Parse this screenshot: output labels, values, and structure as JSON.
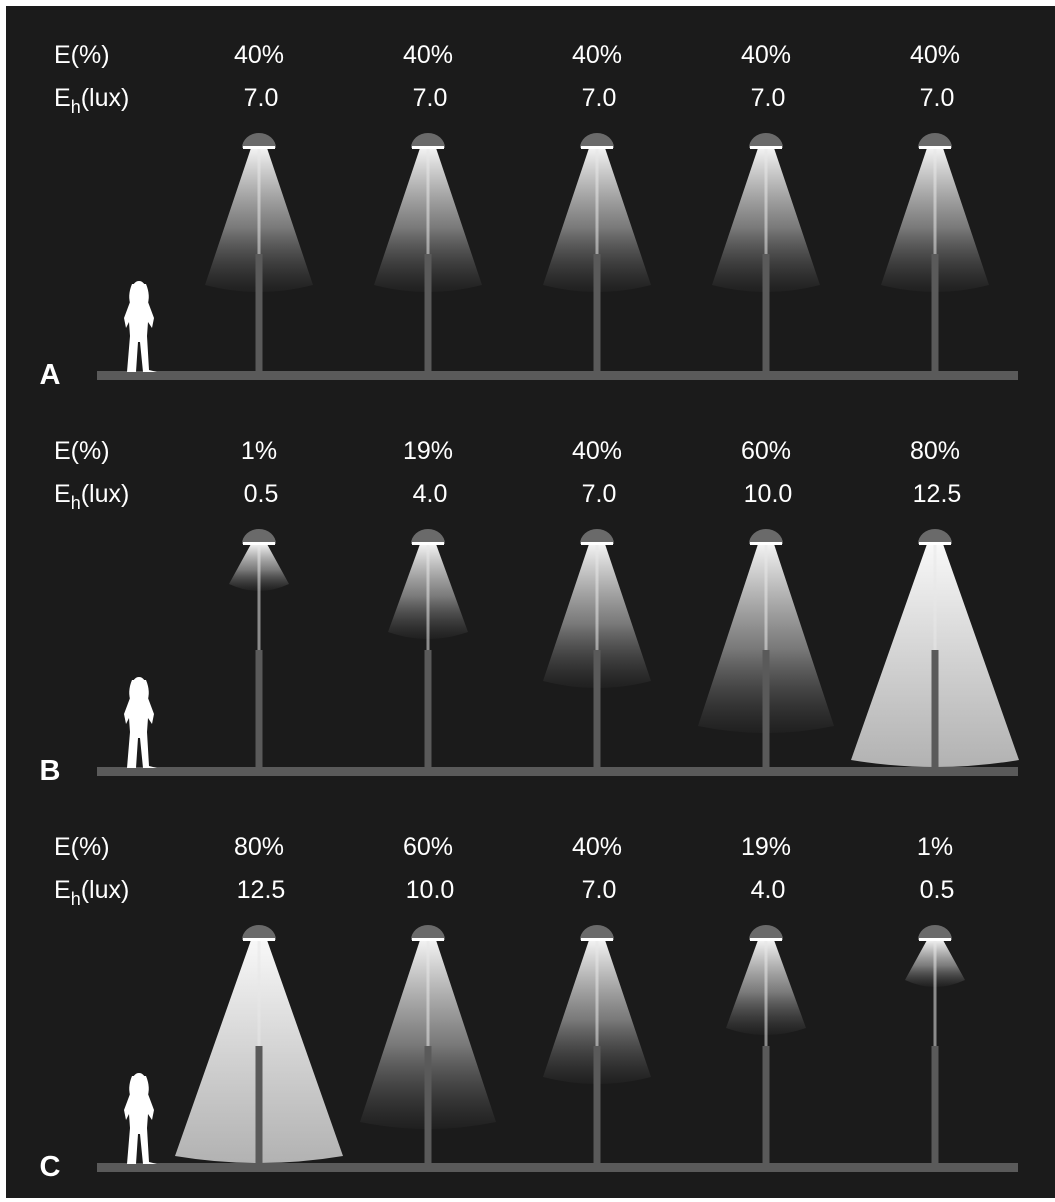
{
  "header_labels": {
    "percent": "E(%)",
    "lux_prefix": "E",
    "lux_subscript": "h",
    "lux_suffix": "(lux)"
  },
  "panels": [
    {
      "letter": "A",
      "lamps": [
        {
          "percent": "40%",
          "lux": "7.0",
          "level": 0.4
        },
        {
          "percent": "40%",
          "lux": "7.0",
          "level": 0.4
        },
        {
          "percent": "40%",
          "lux": "7.0",
          "level": 0.4
        },
        {
          "percent": "40%",
          "lux": "7.0",
          "level": 0.4
        },
        {
          "percent": "40%",
          "lux": "7.0",
          "level": 0.4
        }
      ]
    },
    {
      "letter": "B",
      "lamps": [
        {
          "percent": "1%",
          "lux": "0.5",
          "level": 0.01
        },
        {
          "percent": "19%",
          "lux": "4.0",
          "level": 0.19
        },
        {
          "percent": "40%",
          "lux": "7.0",
          "level": 0.4
        },
        {
          "percent": "60%",
          "lux": "10.0",
          "level": 0.6
        },
        {
          "percent": "80%",
          "lux": "12.5",
          "level": 0.8
        }
      ]
    },
    {
      "letter": "C",
      "lamps": [
        {
          "percent": "80%",
          "lux": "12.5",
          "level": 0.8
        },
        {
          "percent": "60%",
          "lux": "10.0",
          "level": 0.6
        },
        {
          "percent": "40%",
          "lux": "7.0",
          "level": 0.4
        },
        {
          "percent": "19%",
          "lux": "4.0",
          "level": 0.19
        },
        {
          "percent": "1%",
          "lux": "0.5",
          "level": 0.01
        }
      ]
    }
  ],
  "colors": {
    "background": "#1b1b1b",
    "ground": "#5a5a5a",
    "pole": "#5a5a5a",
    "lamp_head": "#6a6a6a",
    "light": "#ffffff",
    "text": "#ffffff"
  }
}
